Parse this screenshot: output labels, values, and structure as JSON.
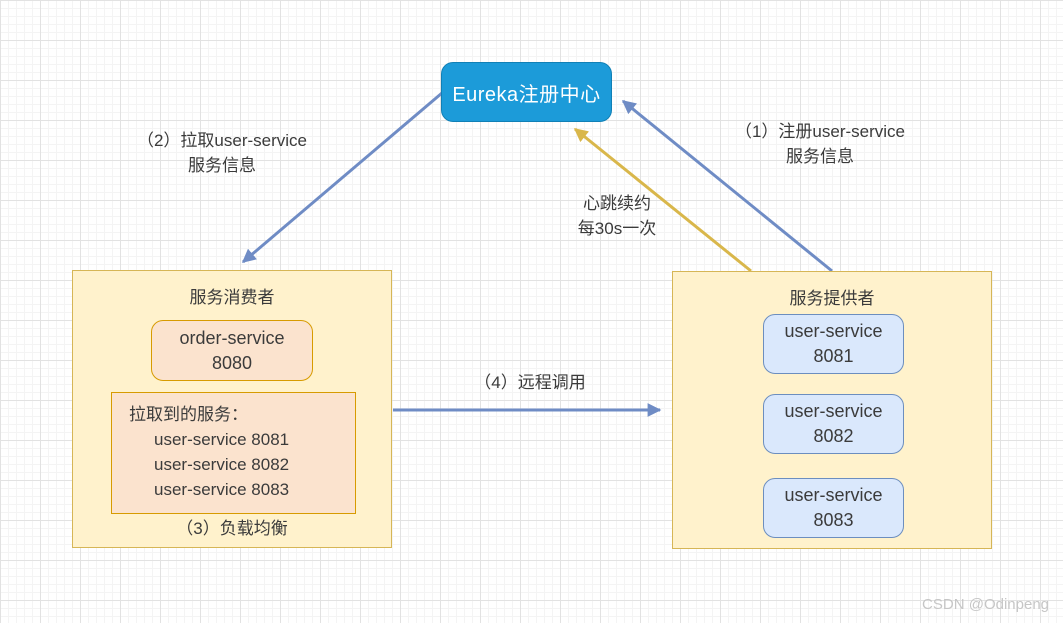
{
  "palette": {
    "registry_fill": "#1c9bd9",
    "registry_border": "#1180b6",
    "container_fill": "#fff2cc",
    "container_border": "#d6b656",
    "orange_fill": "#fbe3ce",
    "orange_border": "#d79b00",
    "blue_fill": "#dae8fc",
    "blue_border": "#6c8ebf",
    "arrow_blue": "#6f8cc5",
    "arrow_yellow": "#d9b74b",
    "grid_major": "#e2e2e2",
    "grid_minor": "#f4f4f4"
  },
  "registry": {
    "title": "Eureka注册中心"
  },
  "labels": {
    "register": {
      "line1": "（1）注册user-service",
      "line2": "服务信息"
    },
    "pull": {
      "line1": "（2）拉取user-service",
      "line2": "服务信息"
    },
    "heartbeat": {
      "line1": "心跳续约",
      "line2": "每30s一次"
    },
    "remote_call": "（4）远程调用",
    "load_balance": "（3）负载均衡"
  },
  "consumer": {
    "title": "服务消费者",
    "service": {
      "name": "order-service",
      "port": "8080"
    },
    "pulled": {
      "title": "拉取到的服务：",
      "items": [
        "user-service 8081",
        "user-service 8082",
        "user-service 8083"
      ]
    }
  },
  "provider": {
    "title": "服务提供者",
    "services": [
      {
        "name": "user-service",
        "port": "8081"
      },
      {
        "name": "user-service",
        "port": "8082"
      },
      {
        "name": "user-service",
        "port": "8083"
      }
    ]
  },
  "watermark": "CSDN @Odinpeng"
}
